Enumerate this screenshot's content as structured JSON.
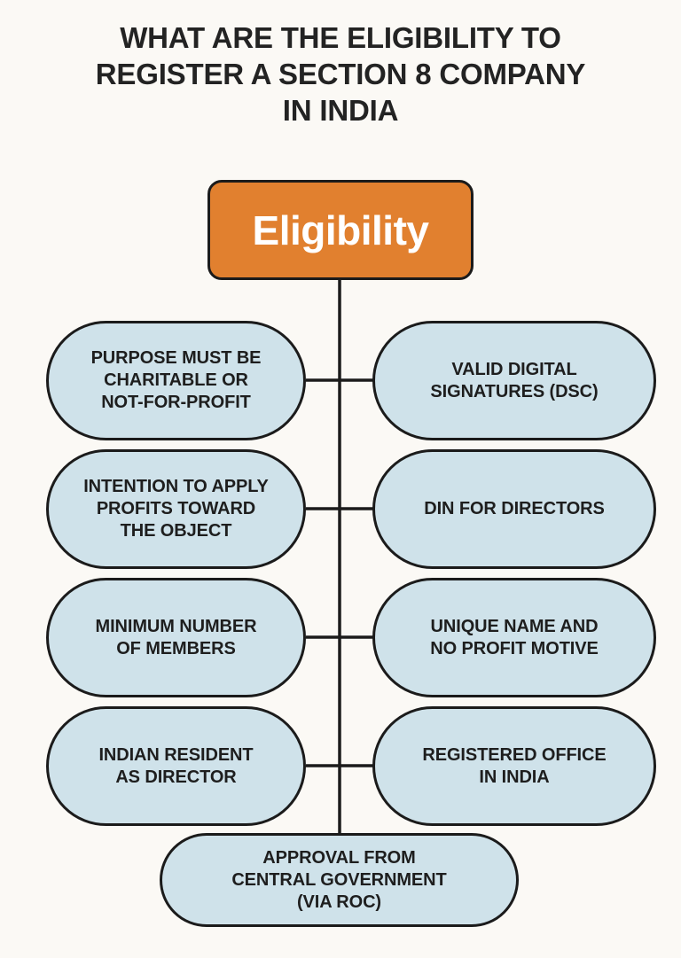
{
  "page": {
    "background_color": "#FBF9F5",
    "title_lines": [
      "WHAT ARE THE ELIGIBILITY TO",
      "REGISTER A SECTION 8 COMPANY",
      "IN INDIA"
    ]
  },
  "colors": {
    "accent_orange": "#E1802F",
    "node_blue": "#CFE2EA",
    "outline": "#1B1B1B",
    "text_dark": "#1E1E1E",
    "root_text": "#FFFFFF"
  },
  "chart_data": {
    "type": "diagram",
    "title": "WHAT ARE THE ELIGIBILITY TO REGISTER A SECTION 8 COMPANY IN INDIA",
    "root": "Eligibility",
    "layout": "center-spine with paired left/right branches and one terminal node",
    "nodes": [
      {
        "id": "n1",
        "side": "left",
        "row": 1,
        "label": "PURPOSE MUST BE\nCHARITABLE OR\nNOT-FOR-PROFIT"
      },
      {
        "id": "n2",
        "side": "right",
        "row": 1,
        "label": "VALID DIGITAL\nSIGNATURES (DSC)"
      },
      {
        "id": "n3",
        "side": "left",
        "row": 2,
        "label": "INTENTION TO APPLY\nPROFITS TOWARD\nTHE OBJECT"
      },
      {
        "id": "n4",
        "side": "right",
        "row": 2,
        "label": "DIN FOR DIRECTORS"
      },
      {
        "id": "n5",
        "side": "left",
        "row": 3,
        "label": "MINIMUM NUMBER\nOF MEMBERS"
      },
      {
        "id": "n6",
        "side": "right",
        "row": 3,
        "label": "UNIQUE NAME AND\nNO PROFIT MOTIVE"
      },
      {
        "id": "n7",
        "side": "left",
        "row": 4,
        "label": "INDIAN RESIDENT\nAS DIRECTOR"
      },
      {
        "id": "n8",
        "side": "right",
        "row": 4,
        "label": "REGISTERED OFFICE\nIN INDIA"
      },
      {
        "id": "n9",
        "side": "center",
        "row": 5,
        "label": "APPROVAL FROM\nCENTRAL GOVERNMENT\n(VIA ROC)"
      }
    ],
    "edges": [
      {
        "from": "root",
        "to": "n1"
      },
      {
        "from": "root",
        "to": "n2"
      },
      {
        "from": "root",
        "to": "n3"
      },
      {
        "from": "root",
        "to": "n4"
      },
      {
        "from": "root",
        "to": "n5"
      },
      {
        "from": "root",
        "to": "n6"
      },
      {
        "from": "root",
        "to": "n7"
      },
      {
        "from": "root",
        "to": "n8"
      },
      {
        "from": "root",
        "to": "n9"
      }
    ]
  },
  "root": {
    "label": "Eligibility"
  },
  "nodes": {
    "n1": {
      "lines": [
        "PURPOSE MUST BE",
        "CHARITABLE OR",
        "NOT-FOR-PROFIT"
      ]
    },
    "n2": {
      "lines": [
        "VALID DIGITAL",
        "SIGNATURES (DSC)"
      ]
    },
    "n3": {
      "lines": [
        "INTENTION TO APPLY",
        "PROFITS TOWARD",
        "THE OBJECT"
      ]
    },
    "n4": {
      "lines": [
        "DIN FOR DIRECTORS"
      ]
    },
    "n5": {
      "lines": [
        "MINIMUM NUMBER",
        "OF MEMBERS"
      ]
    },
    "n6": {
      "lines": [
        "UNIQUE NAME AND",
        "NO PROFIT MOTIVE"
      ]
    },
    "n7": {
      "lines": [
        "INDIAN RESIDENT",
        "AS DIRECTOR"
      ]
    },
    "n8": {
      "lines": [
        "REGISTERED OFFICE",
        "IN INDIA"
      ]
    },
    "n9": {
      "lines": [
        "APPROVAL FROM",
        "CENTRAL GOVERNMENT",
        "(VIA ROC)"
      ]
    }
  }
}
